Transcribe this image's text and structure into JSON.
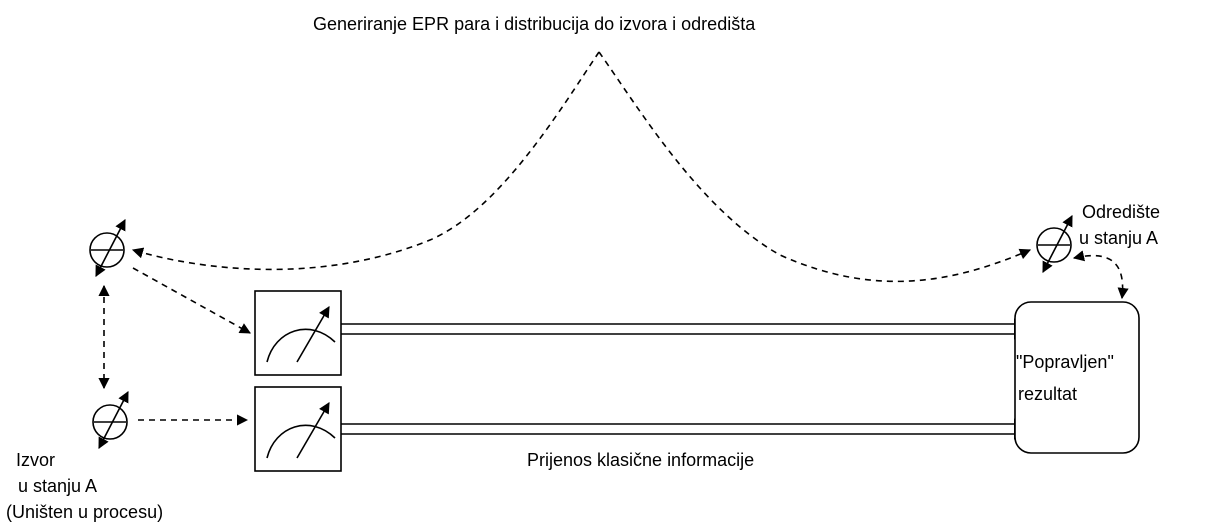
{
  "labels": {
    "epr_generation": "Generiranje EPR para i distribucija do izvora i odredišta",
    "destination_line1": "Odredište",
    "destination_line2": "u stanju A",
    "source_line1": "Izvor",
    "source_line2": "u stanju A",
    "source_line3": "(Uništen u procesu)",
    "result_line1": "\"Popravljen\"",
    "result_line2": "rezultat",
    "classical_transfer": "Prijenos klasične informacije"
  }
}
